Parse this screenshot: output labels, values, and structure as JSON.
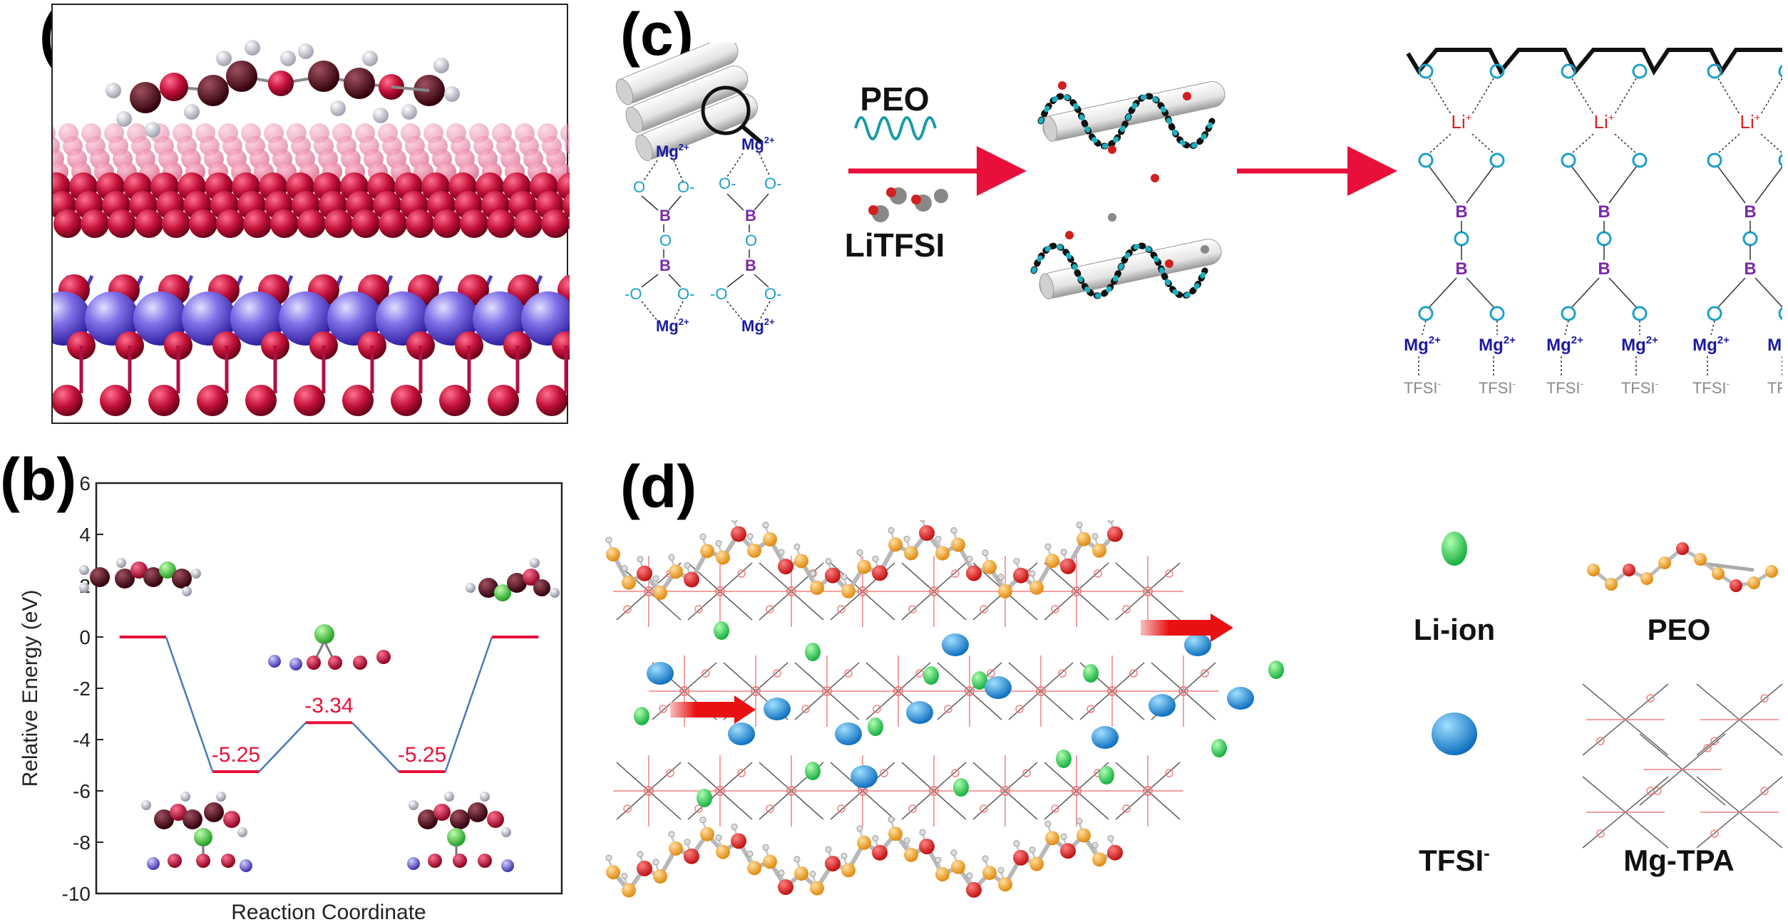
{
  "panels": {
    "a": {
      "label": "(a)"
    },
    "b": {
      "label": "(b)"
    },
    "c": {
      "label": "(c)"
    },
    "d": {
      "label": "(d)"
    }
  },
  "panel_c": {
    "peo_label": "PEO",
    "litfsi_label": "LiTFSI",
    "mg_ion": "Mg",
    "mg_charge": "2+",
    "li_ion": "Li",
    "li_charge": "+",
    "oxygen": "O",
    "oxygen_neg": "O-",
    "neg_oxygen": "-O",
    "boron": "B",
    "tfsi": "TFSI",
    "tfsi_charge": "-"
  },
  "panel_d": {
    "legend": {
      "li_ion": "Li-ion",
      "peo": "PEO",
      "tfsi": "TFSI",
      "tfsi_charge": "-",
      "mg_tpa": "Mg-TPA"
    }
  },
  "colors": {
    "red_accent": "#e8103a",
    "mg_blue": "#1a1aa0",
    "boron_purple": "#7a2aa8",
    "oxygen_cyan": "#1aa0c8",
    "li_red": "#e02020",
    "tfsi_gray": "#8a8a8a",
    "li_green": "#2ecc50",
    "tfsi_blue": "#1e8fd8",
    "peo_orange": "#f0a030",
    "mof_pink": "#f08080"
  },
  "chart_data": {
    "type": "line",
    "xlabel": "Reaction Coordinate",
    "ylabel": "Relative Energy (eV)",
    "ylim": [
      -10,
      6
    ],
    "yticks": [
      6,
      4,
      2,
      0,
      -2,
      -4,
      -6,
      -8,
      -10
    ],
    "grid": false,
    "levels": [
      {
        "value": 0,
        "label": ""
      },
      {
        "value": -5.25,
        "label": "-5.25"
      },
      {
        "value": -3.34,
        "label": "-3.34"
      },
      {
        "value": -5.25,
        "label": "-5.25"
      },
      {
        "value": 0,
        "label": ""
      }
    ]
  }
}
